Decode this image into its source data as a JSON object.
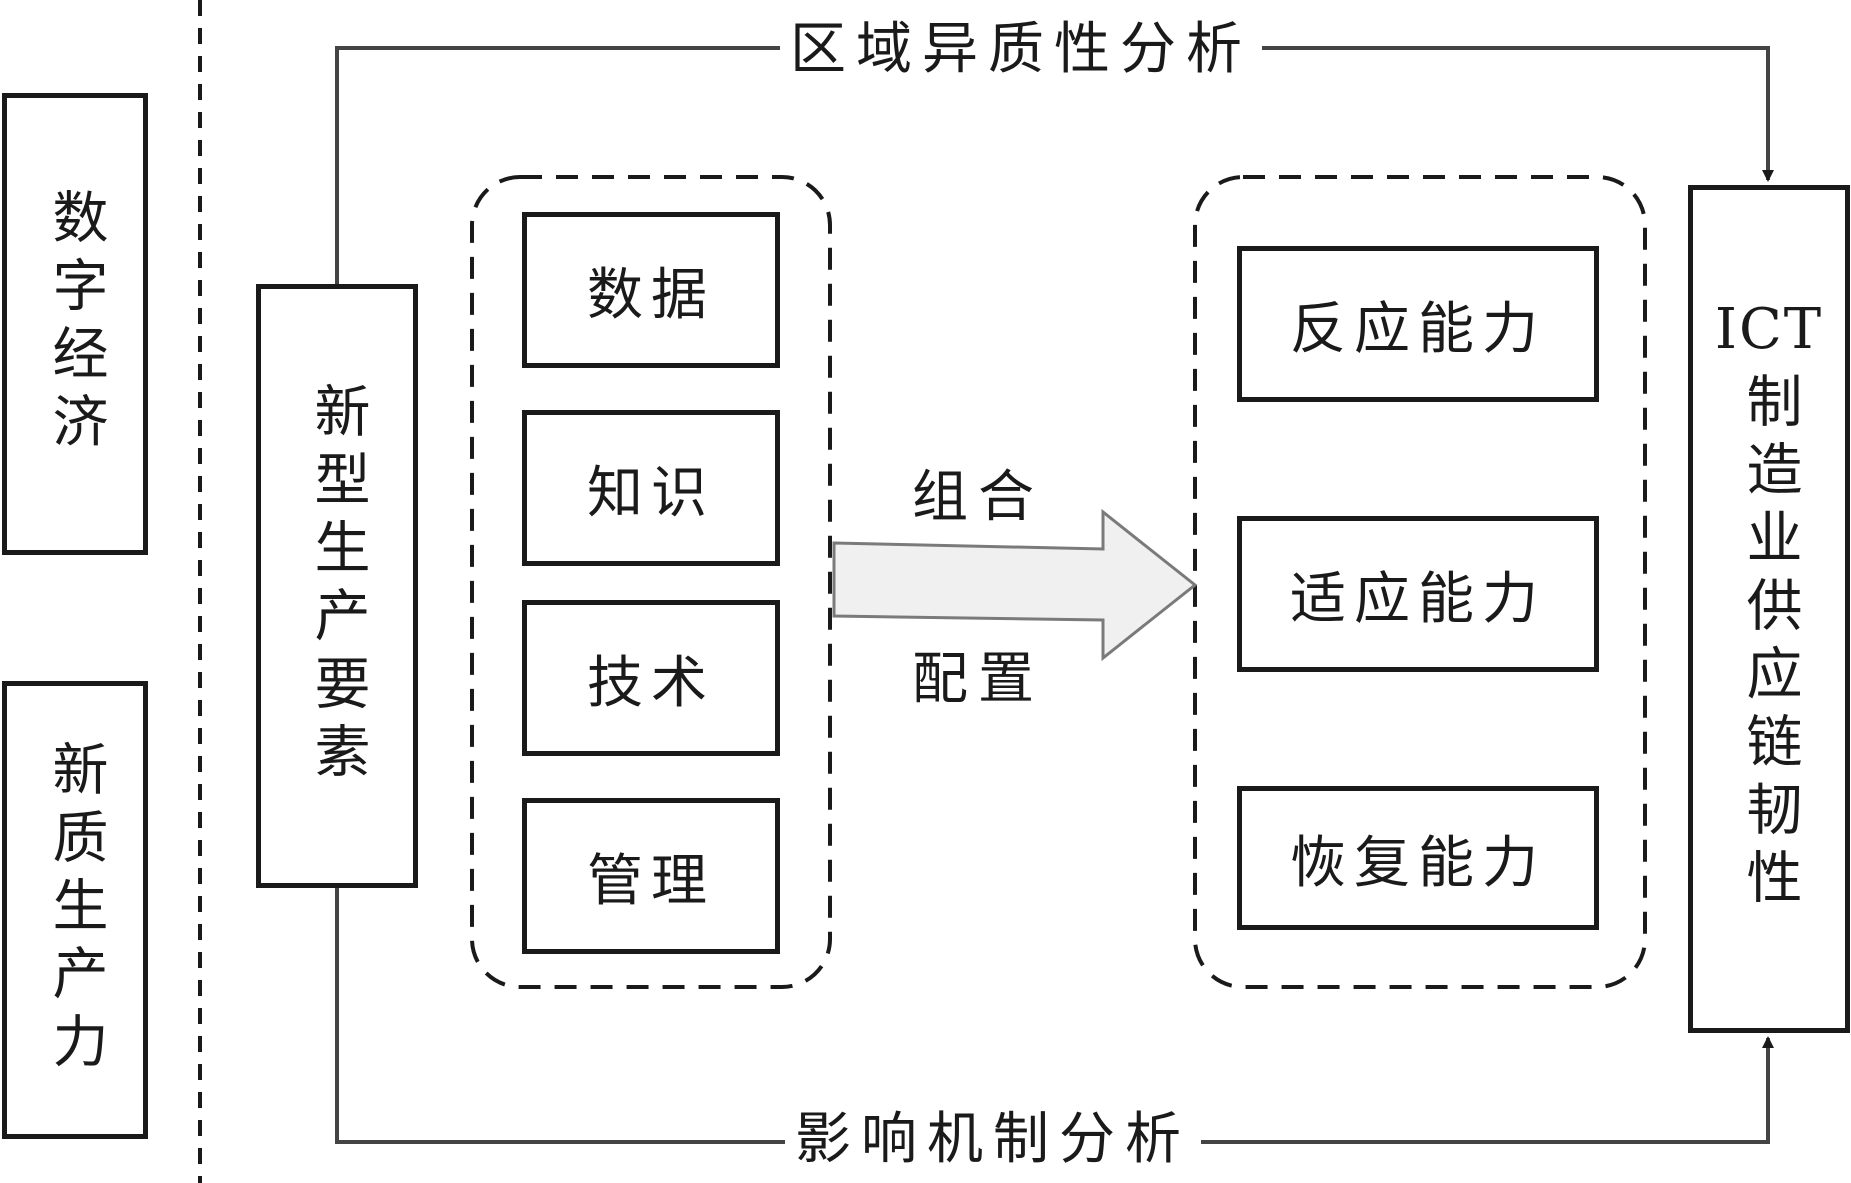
{
  "left_concepts": {
    "digital_economy": "数字经济",
    "new_quality_productivity": "新质生产力"
  },
  "new_factors": "新型生产要素",
  "factor_items": [
    "数据",
    "知识",
    "技术",
    "管理"
  ],
  "arrow": {
    "top_label": "组合",
    "bottom_label": "配置"
  },
  "capability_items": [
    "反应能力",
    "适应能力",
    "恢复能力"
  ],
  "outcome": {
    "prefix": "ICT",
    "text": "制造业供应链韧性"
  },
  "paths": {
    "top_label": "区域异质性分析",
    "bottom_label": "影响机制分析"
  },
  "colors": {
    "stroke": "#1a1a1a",
    "arrow_fill": "#f0f0f0",
    "arrow_stroke": "#7a7a7a"
  }
}
